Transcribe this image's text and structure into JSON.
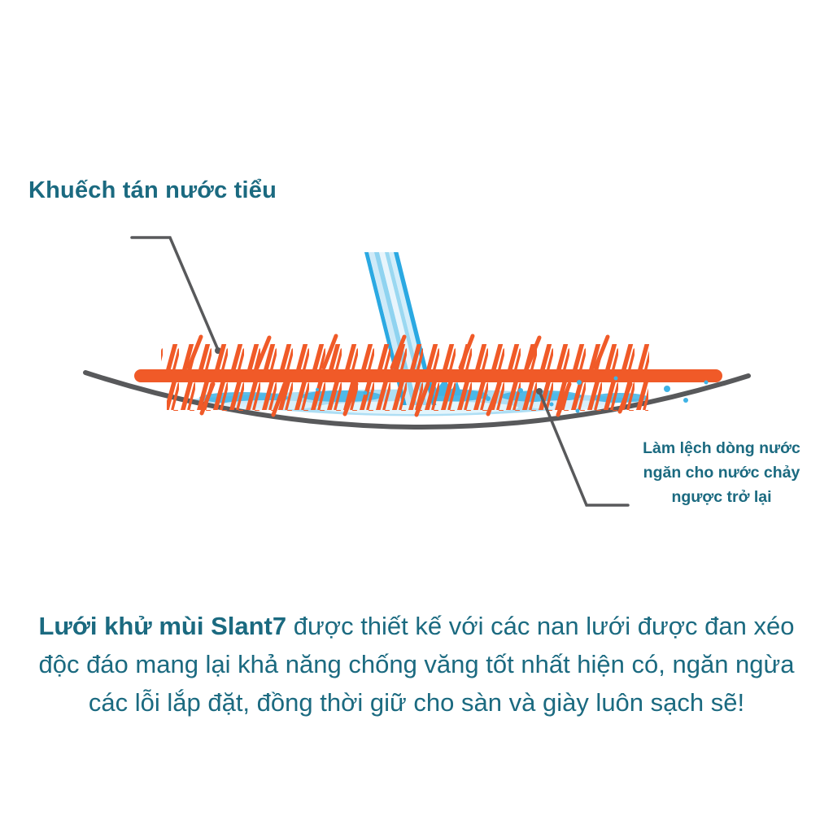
{
  "page": {
    "background_color": "#ffffff",
    "text_color": "#1B6A80"
  },
  "diagram": {
    "title_label": "Khuếch tán nước tiểu",
    "deflect_label": "Làm lệch dòng nước ngăn cho nước chảy ngược trở lại",
    "elements": {
      "mesh": "orange cross-woven deodorizing mesh screen",
      "stream": "urine stream hitting mesh at an angle",
      "pool": "water diffused along urinal bowl surface",
      "bowl": "urinal bowl cross-section curve"
    },
    "colors": {
      "mesh_orange": "#F05A28",
      "stream_blue_edge": "#2BA9E2",
      "stream_blue_light": "#CFEAF8",
      "pool_blue_light": "#AEDEF4",
      "splash_blue": "#3FB3E5",
      "leader_line_gray": "#58595B",
      "teal_text": "#1B6A80"
    }
  },
  "description": {
    "bold_intro": "Lưới khử mùi Slant7",
    "rest": " được thiết kế với các nan lưới được đan xéo độc đáo mang lại khả năng chống văng tốt nhất hiện có, ngăn ngừa các lỗi lắp đặt, đồng thời giữ cho sàn và giày luôn sạch sẽ!"
  }
}
